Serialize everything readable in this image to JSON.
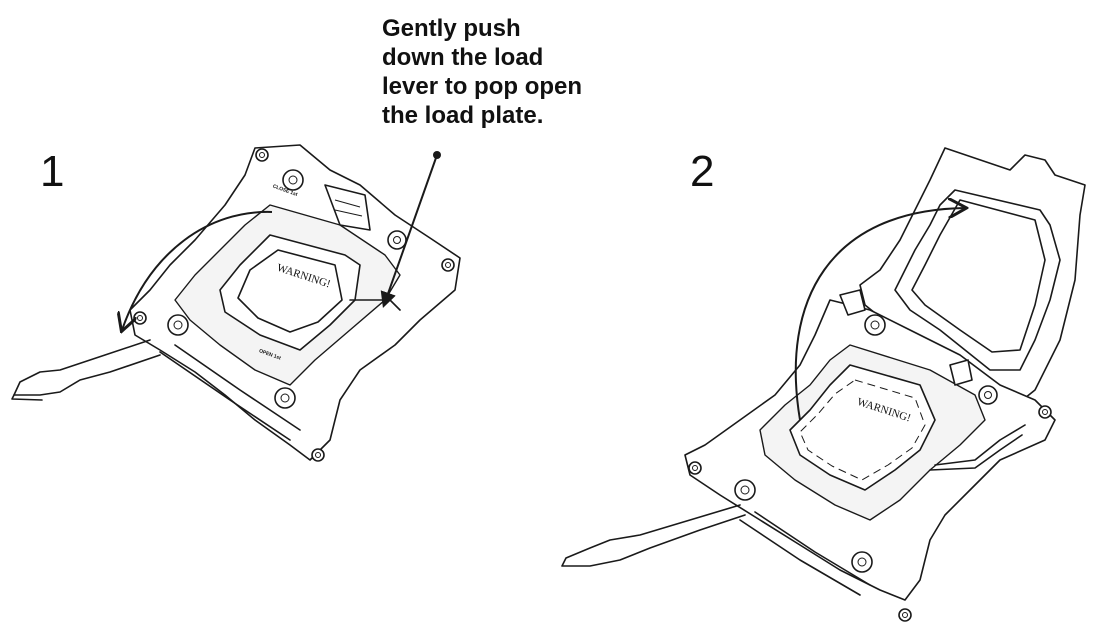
{
  "steps": [
    {
      "number": "1",
      "plate_label": "WARNING!",
      "engraving_top": "CLOSE 1st",
      "engraving_bottom": "OPEN 1st"
    },
    {
      "number": "2",
      "plate_label": "WARNING!"
    }
  ],
  "instruction": {
    "lines": [
      "Gently push",
      "down the load",
      "lever to pop open",
      "the load plate."
    ]
  },
  "colors": {
    "line": "#1a1a1a",
    "background": "#ffffff"
  }
}
